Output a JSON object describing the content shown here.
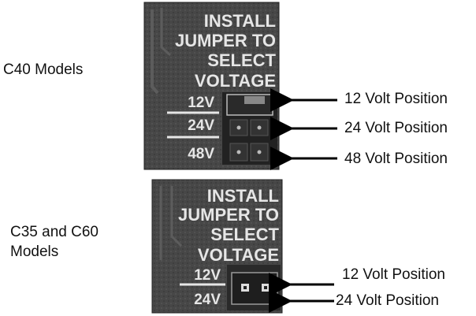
{
  "top_board": {
    "model_label": "C40 Models",
    "silkscreen_lines": [
      "INSTALL",
      "JUMPER TO",
      "SELECT",
      "VOLTAGE"
    ],
    "voltages": [
      "12V",
      "24V",
      "48V"
    ],
    "callouts": [
      "12 Volt Position",
      "24 Volt Position",
      "48 Volt Position"
    ]
  },
  "bottom_board": {
    "model_label_lines": [
      "C35 and C60",
      "Models"
    ],
    "silkscreen_lines": [
      "INSTALL",
      "JUMPER TO",
      "SELECT",
      "VOLTAGE"
    ],
    "voltages": [
      "12V",
      "24V"
    ],
    "callouts": [
      "12 Volt Position",
      "24 Volt Position"
    ]
  },
  "colors": {
    "board": "#4a4a4a",
    "silkscreen": "#e6e6e6",
    "jumper": "#1e1e1e",
    "arrow": "#000000"
  }
}
